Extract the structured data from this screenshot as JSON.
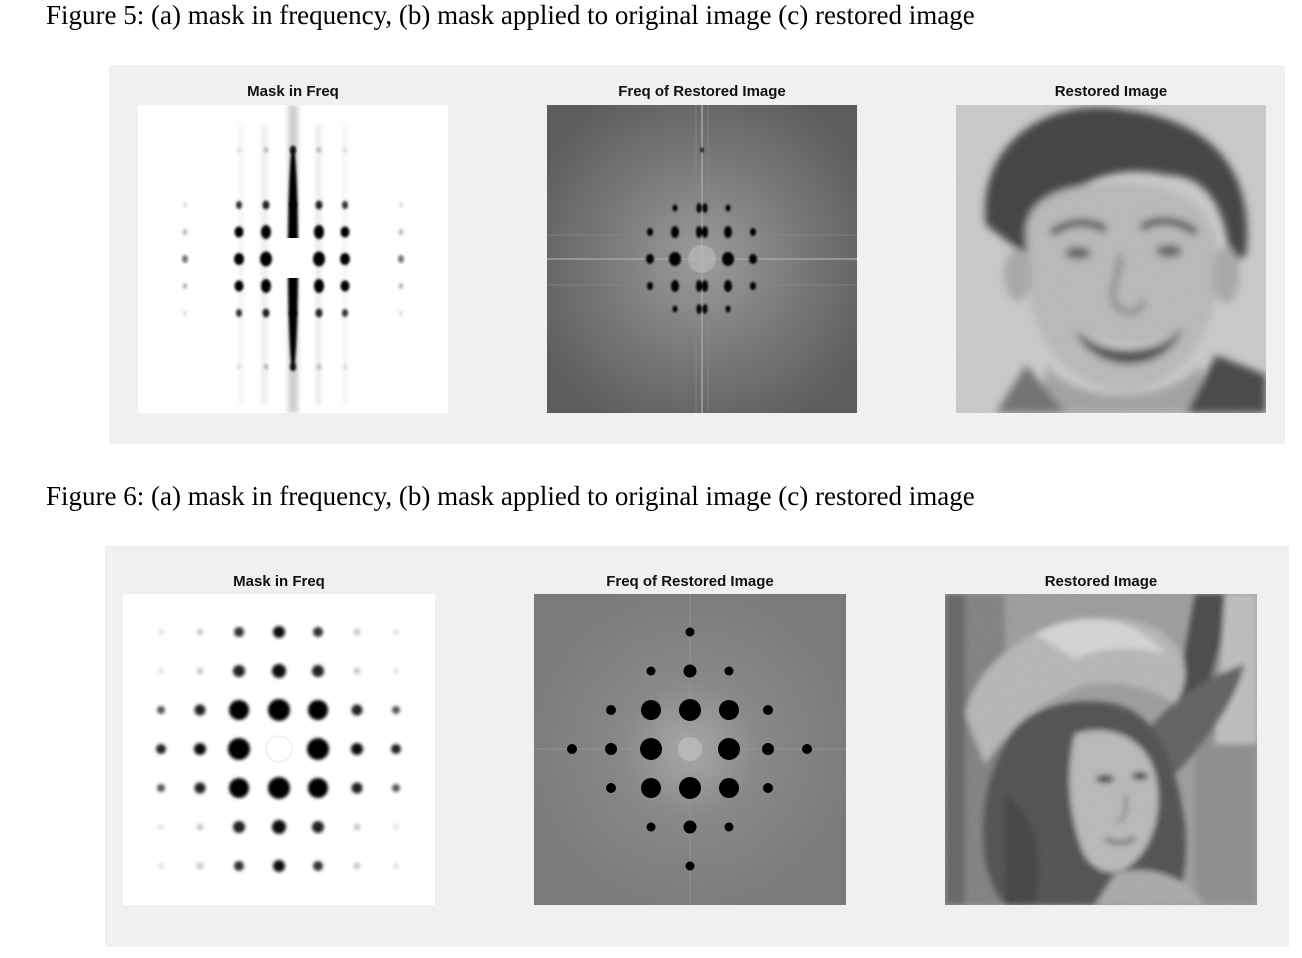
{
  "figure5": {
    "caption": "Figure 5: (a) mask in frequency, (b) mask applied to original image (c) restored image",
    "titles": [
      "Mask in Freq",
      "Freq of Restored Image",
      "Restored Image"
    ]
  },
  "figure6": {
    "caption": "Figure 6: (a) mask in frequency, (b) mask applied to original image (c) restored image",
    "titles": [
      "Mask in Freq",
      "Freq of Restored Image",
      "Restored Image"
    ]
  }
}
